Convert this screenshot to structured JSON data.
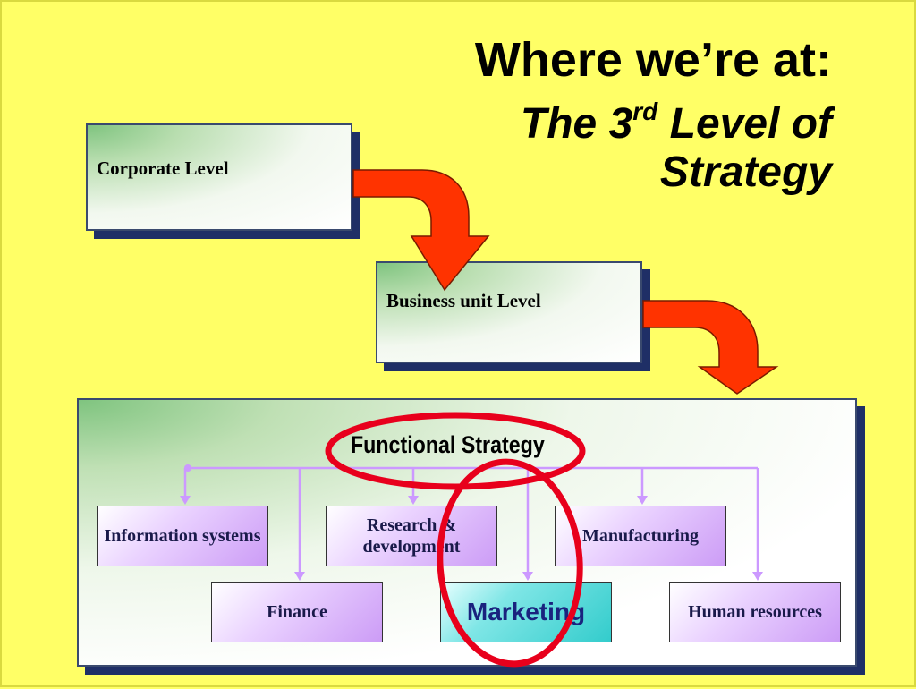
{
  "title": {
    "line1": "Where we’re at:",
    "line2_prefix": "The 3",
    "line2_sup": "rd",
    "line2_suffix": " Level of",
    "line3": "Strategy"
  },
  "levels": {
    "corporate": "Corporate Level",
    "business": "Business unit Level",
    "functional": "Functional Strategy"
  },
  "departments": {
    "information_systems": "Information systems",
    "research_development": "Research & development",
    "manufacturing": "Manufacturing",
    "finance": "Finance",
    "marketing": "Marketing",
    "human_resources": "Human resources"
  },
  "colors": {
    "background": "#ffff66",
    "arrow_fill": "#ff3300",
    "highlight_circle": "#e8001c",
    "connector": "#cc99ff",
    "box_shadow": "#1f2f66",
    "marketing_box": "#33cccc"
  }
}
